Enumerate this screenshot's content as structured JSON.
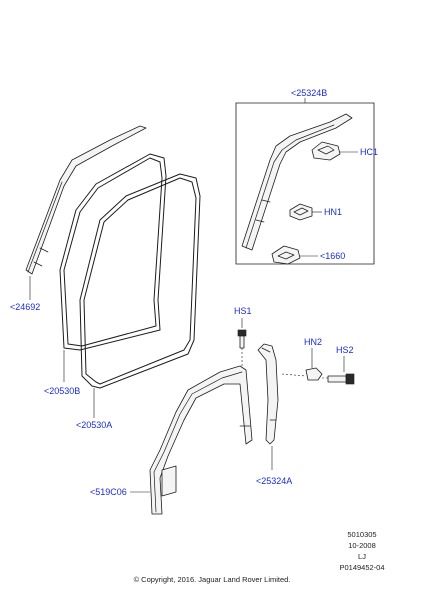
{
  "callouts": {
    "c25324B": "<25324B",
    "cHC1": "HC1",
    "cHN1": "HN1",
    "c1660": "<1660",
    "c24692": "<24692",
    "c20530B": "<20530B",
    "c20530A": "<20530A",
    "cHS1": "HS1",
    "cHN2": "HN2",
    "cHS2": "HS2",
    "c25324A": "<25324A",
    "c519C06": "<519C06"
  },
  "footer": {
    "code": "5010305",
    "date": "10-2008",
    "initials": "LJ",
    "ref": "P0149452-04",
    "copyright": "© Copyright, 2016. Jaguar Land Rover Limited."
  },
  "colors": {
    "callout": "#1a2bd6",
    "line": "#1c1c1c"
  }
}
